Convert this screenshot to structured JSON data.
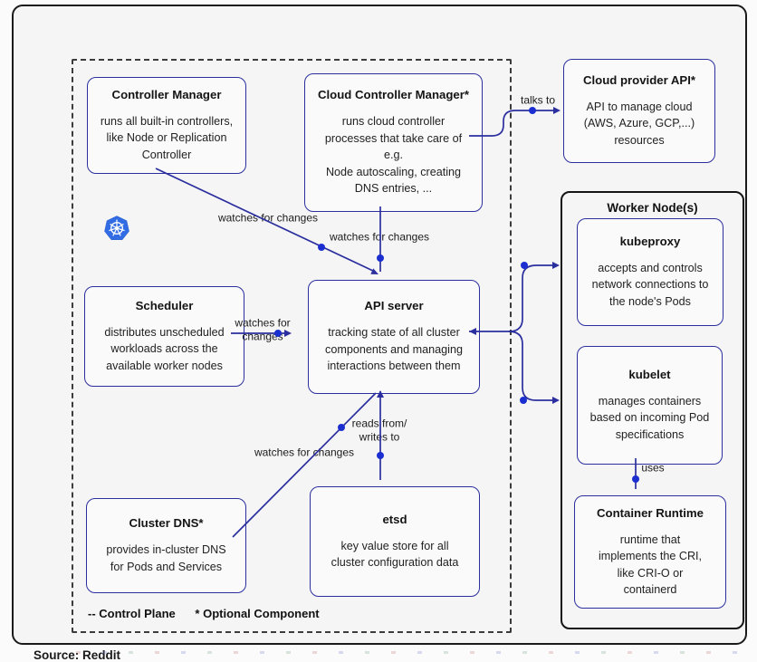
{
  "colors": {
    "accent": "#2b2f9e",
    "dot": "#1b2fd0",
    "k8s_blue": "#326ce5",
    "frame_border": "#1a1a1a"
  },
  "footer": {
    "source": "Source: Reddit"
  },
  "legend": {
    "control_plane": "-- Control Plane",
    "optional": "* Optional Component"
  },
  "worker": {
    "title": "Worker Node(s)",
    "kubeproxy": {
      "title": "kubeproxy",
      "body": [
        "accepts and controls",
        "network connections to",
        "the node's Pods"
      ]
    },
    "kubelet": {
      "title": "kubelet",
      "body": [
        "manages containers",
        "based on incoming Pod",
        "specifications"
      ]
    },
    "container_runtime": {
      "title": "Container Runtime",
      "body": [
        "runtime that",
        "implements the CRI,",
        "like CRI-O or",
        "containerd"
      ]
    }
  },
  "cloud": {
    "cloud_provider_api": {
      "title": "Cloud provider API*",
      "body": [
        "API to manage cloud",
        "(AWS, Azure, GCP,...)",
        "resources"
      ]
    }
  },
  "cp": {
    "controller_manager": {
      "title": "Controller Manager",
      "body": [
        "runs all built-in controllers,",
        "like Node or Replication",
        "Controller"
      ]
    },
    "cloud_controller_manager": {
      "title": "Cloud Controller Manager*",
      "body": [
        "runs cloud controller",
        "processes that take care of",
        "e.g.",
        "Node autoscaling, creating",
        "DNS entries, ..."
      ]
    },
    "scheduler": {
      "title": "Scheduler",
      "body": [
        "distributes unscheduled",
        "workloads across the",
        "available worker nodes"
      ]
    },
    "api_server": {
      "title": "API server",
      "body": [
        "tracking state of all cluster",
        "components and managing",
        "interactions between them"
      ]
    },
    "cluster_dns": {
      "title": "Cluster DNS*",
      "body": [
        "provides in-cluster DNS",
        "for Pods and Services"
      ]
    },
    "etsd": {
      "title": "etsd",
      "body": [
        "key value store for all",
        "cluster configuration data"
      ]
    }
  },
  "labels": {
    "watches_1": "watches for changes",
    "watches_2": "watches for changes",
    "watches_3a": "watches for",
    "watches_3b": "changes",
    "watches_4": "watches for changes",
    "talks_to": "talks to",
    "reads_a": "reads from/",
    "reads_b": "writes to",
    "uses": "uses"
  }
}
